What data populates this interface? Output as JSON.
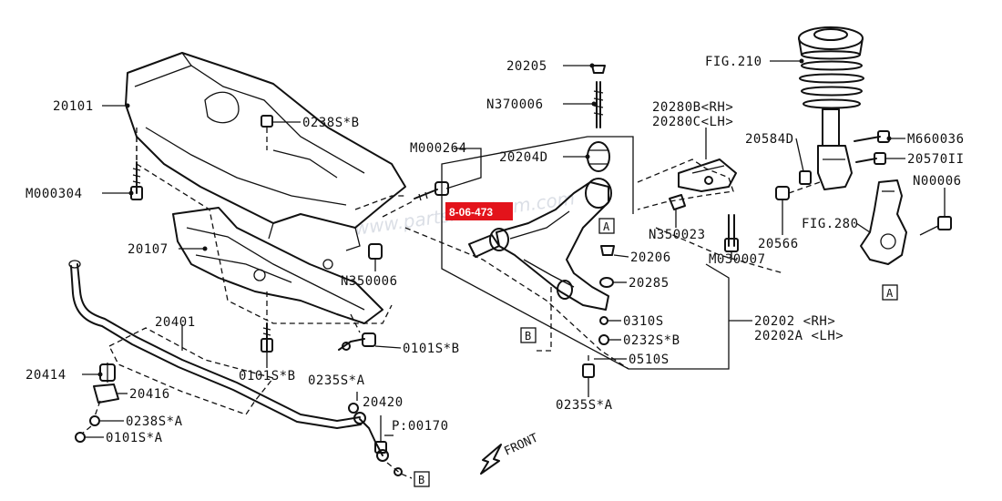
{
  "diagram": {
    "watermark": "www.partsmaltham.com",
    "highlight_tag": {
      "text": "8-06-473",
      "color": "#e3131b"
    },
    "front_arrow": "FRONT",
    "labels": {
      "p20101": "20101",
      "p0238sb_top": "0238S*B",
      "pM000304": "M000304",
      "pM000264": "M000264",
      "p20107": "20107",
      "pN350006": "N350006",
      "p20401": "20401",
      "p0101sb_mid": "0101S*B",
      "p0101sb_right": "0101S*B",
      "p20414": "20414",
      "p20416": "20416",
      "p0238sa": "0238S*A",
      "p0101sa": "0101S*A",
      "p0235sa_left": "0235S*A",
      "p20420": "20420",
      "pP00170": "P:00170",
      "p20205": "20205",
      "pN370006": "N370006",
      "p20204d": "20204D",
      "p20280b": "20280B<RH>",
      "p20280c": "20280C<LH>",
      "pN350023": "N350023",
      "pM030007": "M030007",
      "p20206": "20206",
      "p20285": "20285",
      "p0310s": "0310S",
      "p0232sb": "0232S*B",
      "p0510s": "0510S",
      "p0235sa_bottom": "0235S*A",
      "p20202": "20202 <RH>",
      "p20202a": "20202A <LH>",
      "pFIG210": "FIG.210",
      "p20584d": "20584D",
      "pM660036": "M660036",
      "p20570": "20570II",
      "pN00006": "N00006",
      "pFIG280": "FIG.280",
      "p20566": "20566"
    },
    "ref_boxes": {
      "a_upper": "A",
      "a_knuckle": "A",
      "b_arm": "B",
      "b_link": "B"
    }
  }
}
